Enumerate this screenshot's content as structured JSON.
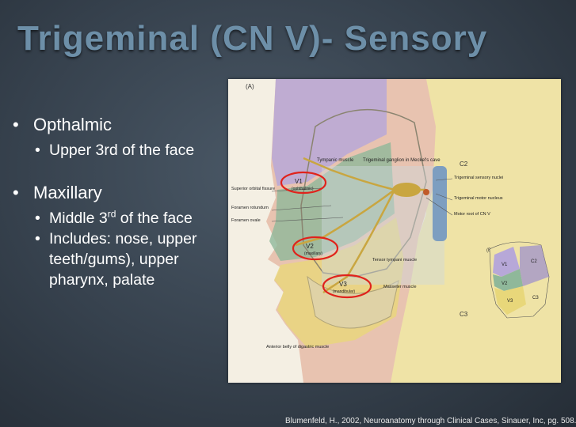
{
  "slide": {
    "title": "Trigeminal (CN V)- Sensory",
    "bullets": {
      "ophthalmic": "Opthalmic",
      "ophthalmic_sub": "Upper 3rd of the face",
      "maxillary": "Maxillary",
      "maxillary_sub_pre": "Middle 3",
      "maxillary_sub_sup": "rd",
      "maxillary_sub_post": " of the face",
      "maxillary_includes": "Includes: nose, upper teeth/gums), upper pharynx, palate"
    },
    "citation": "Blumenfeld, H., 2002, Neuroanatomy through Clinical Cases, Sinauer, Inc, pg. 508."
  },
  "figure": {
    "panel_a": "(A)",
    "panel_b": "(B)",
    "labels": {
      "tympanic": "Tympanic muscle",
      "ganglion": "Trigeminal ganglion in Meckel's cave",
      "c2": "C2",
      "c3": "C3",
      "superior_orbital": "Superior orbital fissure",
      "foramen_rotundum": "Foramen rotundum",
      "foramen_ovale": "Foramen ovale",
      "v1": "V1",
      "v1_name": "(ophthalmic)",
      "v2": "V2",
      "v2_name": "(maxillary)",
      "v3": "V3",
      "v3_name": "(mandibular)",
      "tensor": "Tensor tympani muscle",
      "masseter": "Masseter muscle",
      "anterior_belly": "Anterior belly of digastric muscle",
      "sensory_nuclei": "Trigeminal sensory nuclei",
      "motor_nucleus": "Trigeminal motor nucleus",
      "motor_root": "Motor root of CN V",
      "b_v1": "V1",
      "b_v2": "V2",
      "b_v3": "V3",
      "b_c2": "C2",
      "b_c3": "C3"
    },
    "colors": {
      "v1_zone": "#b7a8d8",
      "v2_zone": "#8fb89a",
      "v3_zone": "#e8d77a",
      "highlight": "#e0231c"
    }
  }
}
